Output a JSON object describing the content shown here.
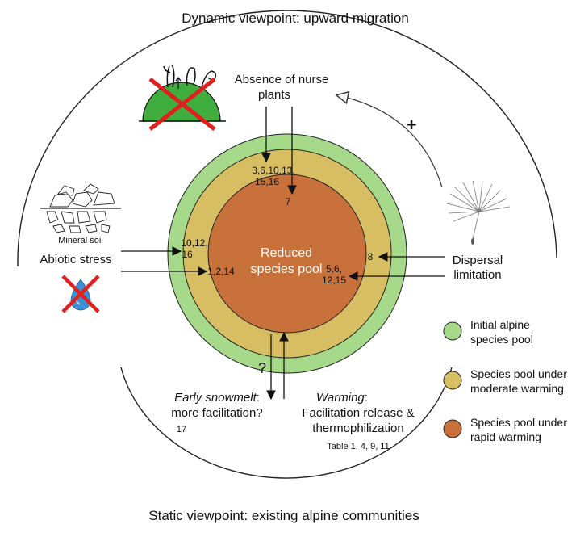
{
  "titles": {
    "top": "Dynamic viewpoint: upward migration",
    "bottom": "Static viewpoint: existing alpine communities"
  },
  "nurse": {
    "line1": "Absence of nurse",
    "line2": "plants"
  },
  "dispersal": {
    "line1": "Dispersal",
    "line2": "limitation",
    "plus": "+"
  },
  "abiotic": {
    "mineral_soil": "Mineral soil",
    "label": "Abiotic stress"
  },
  "center": {
    "line1": "Reduced",
    "line2": "species pool"
  },
  "refs": {
    "top_outer_1": "3,6,10,13,",
    "top_outer_2": "15,16",
    "top_inner": "7",
    "left_outer_1": "10,12,",
    "left_outer_2": "16",
    "left_inner": "1,2,14",
    "right_outer": "8",
    "right_inner_1": "5,6,",
    "right_inner_2": "12,15",
    "question": "?"
  },
  "snowmelt": {
    "line1_italic": "Early snowmelt",
    "line1_rest": ":",
    "line2": "more facilitation?",
    "ref": "17"
  },
  "warming": {
    "line1_italic": "Warming",
    "line1_rest": ":",
    "line2": "Facilitation release &",
    "line3": "thermophilization",
    "ref": "Table 1, 4, 9, 11"
  },
  "legend": [
    {
      "line1": "Initial alpine",
      "line2": "species pool",
      "color": "#a6d98a"
    },
    {
      "line1": "Species pool under",
      "line2": "moderate warming",
      "color": "#d8be62"
    },
    {
      "line1": "Species pool under",
      "line2": "rapid warming",
      "color": "#c8713a"
    }
  ],
  "colors": {
    "outer_ring": "#a6d98a",
    "middle_ring": "#d8be62",
    "inner_circle": "#c8713a",
    "hill": "#3fae3f",
    "cross": "#e0201f",
    "water_drop": "#3d8fd6"
  }
}
